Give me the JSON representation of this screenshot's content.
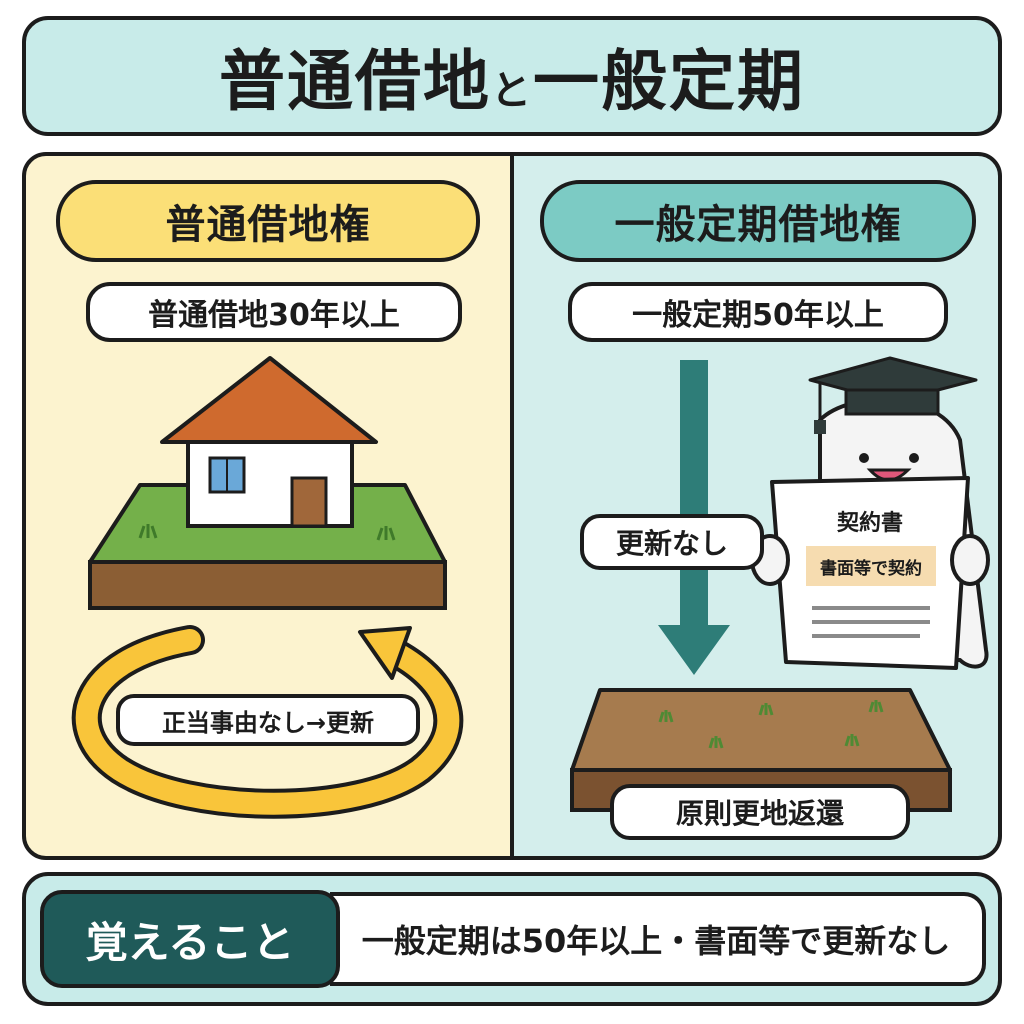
{
  "title": {
    "main": "普通借地",
    "connector": "と",
    "tail": "一般定期"
  },
  "left_panel": {
    "heading": "普通借地権",
    "term_label": "普通借地30年以上",
    "cycle_label": "正当事由なし→更新"
  },
  "right_panel": {
    "heading": "一般定期借地権",
    "term_label": "一般定期50年以上",
    "arrow_label": "更新なし",
    "document_title": "契約書",
    "document_highlight": "書面等で契約",
    "result_label": "原則更地返還"
  },
  "memo": {
    "label": "覚えること",
    "text": "一般定期は50年以上・書面等で更新なし"
  },
  "colors": {
    "title_bg": "#c8ebe9",
    "left_bg": "#fcf3cf",
    "right_bg": "#d4eeec",
    "left_heading": "#fbdf77",
    "right_heading": "#7ccbc4",
    "memo_label_bg": "#1f5a59",
    "arrow_yellow": "#f9c53a",
    "arrow_teal": "#2e7d78",
    "roof": "#cf6a2e",
    "grass": "#74b04a",
    "soil": "#8b5e34"
  },
  "icons": [
    "house-icon",
    "cycle-arrow-icon",
    "down-arrow-icon",
    "mascot-icon",
    "graduation-cap-icon",
    "contract-document-icon",
    "empty-land-icon"
  ]
}
